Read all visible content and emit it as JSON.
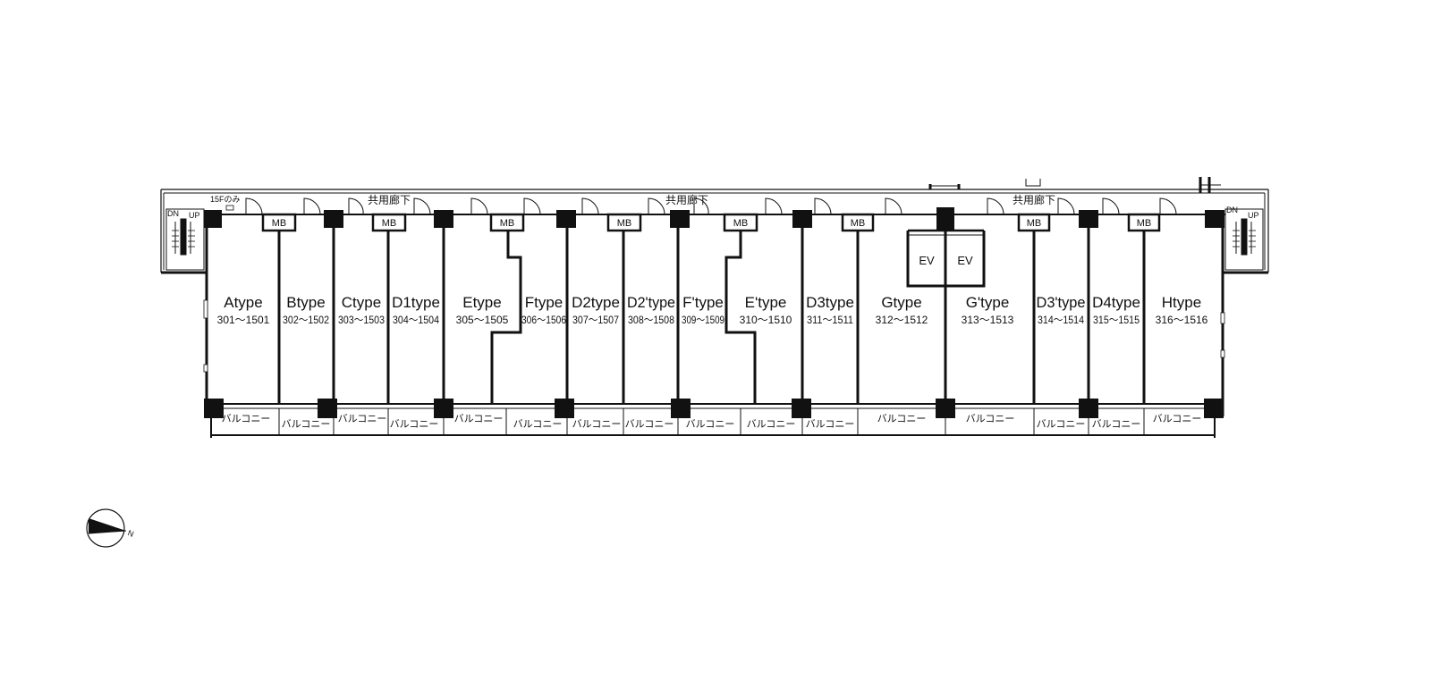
{
  "units": [
    {
      "name": "Atype",
      "range": "301〜1501"
    },
    {
      "name": "Btype",
      "range": "302〜1502"
    },
    {
      "name": "Ctype",
      "range": "303〜1503"
    },
    {
      "name": "D1type",
      "range": "304〜1504"
    },
    {
      "name": "Etype",
      "range": "305〜1505"
    },
    {
      "name": "Ftype",
      "range": "306〜1506"
    },
    {
      "name": "D2type",
      "range": "307〜1507"
    },
    {
      "name": "D2'type",
      "range": "308〜1508"
    },
    {
      "name": "F'type",
      "range": "309〜1509"
    },
    {
      "name": "E'type",
      "range": "310〜1510"
    },
    {
      "name": "D3type",
      "range": "311〜1511"
    },
    {
      "name": "Gtype",
      "range": "312〜1512"
    },
    {
      "name": "G'type",
      "range": "313〜1513"
    },
    {
      "name": "D3'type",
      "range": "314〜1514"
    },
    {
      "name": "D4type",
      "range": "315〜1515"
    },
    {
      "name": "Htype",
      "range": "316〜1516"
    }
  ],
  "balcony_label": "バルコニー",
  "corridor_label": "共用廊下",
  "mb_label": "MB",
  "ev_label": "EV",
  "note_15f": "15Fのみ",
  "stair_dn": "DN",
  "stair_up": "UP",
  "compass_label": "N"
}
